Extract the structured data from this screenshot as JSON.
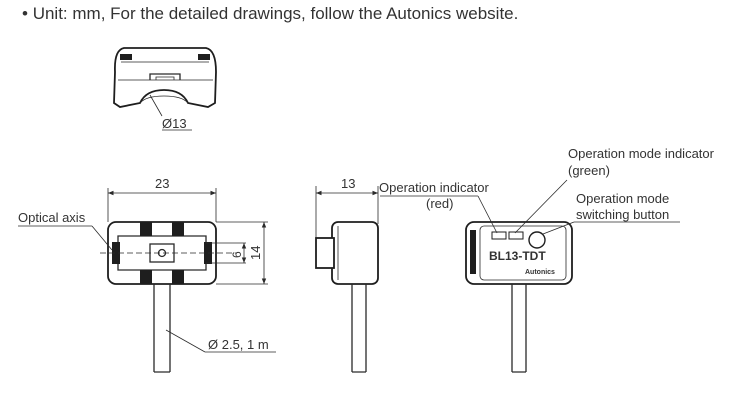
{
  "note": {
    "bullet": "•",
    "text": "Unit: mm, For the detailed drawings, follow the Autonics website."
  },
  "top_view": {
    "diameter_label": "Ø13"
  },
  "front_view": {
    "width_dim": "23",
    "height_dim": "14",
    "inner_dim": "6",
    "optical_axis_label": "Optical axis",
    "cable_label": "Ø 2.5, 1 m"
  },
  "side_view": {
    "depth_dim": "13"
  },
  "rear_view": {
    "model_text": "BL13-TDT",
    "brand_text": "Autonics",
    "operation_indicator_line1": "Operation indicator",
    "operation_indicator_line2": "(red)",
    "mode_indicator_line1": "Operation mode indicator",
    "mode_indicator_line2": "(green)",
    "mode_button_line1": "Operation mode",
    "mode_button_line2": "switching button"
  }
}
